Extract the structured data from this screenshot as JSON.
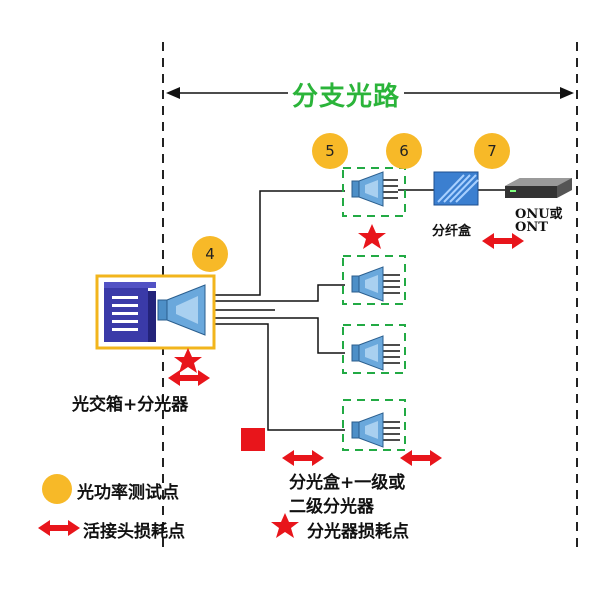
{
  "title": "分支光路",
  "test_points": [
    "4",
    "5",
    "6",
    "7"
  ],
  "labels": {
    "fiber_box": "分纤盒",
    "onu_line1": "ONU或",
    "onu_line2": "ONT",
    "cabinet_splitter": "光交箱+分光器",
    "box_splitter_line1": "分光盒+一级或",
    "box_splitter_line2": "二级分光器"
  },
  "legend": {
    "power_test_point": "光功率测试点",
    "connector_loss": "活接头损耗点",
    "splitter_loss": "分光器损耗点"
  },
  "colors": {
    "title_green": "#2bb43a",
    "dashed_green": "#22aa44",
    "test_point_orange": "#f7b928",
    "loss_red": "#e8151b",
    "splitter_blue": "#4d8fc7",
    "cabinet_border": "#f2b51c",
    "cabinet_fill": "#3a3aa8",
    "fiber_box_blue": "#3b7fd0"
  }
}
